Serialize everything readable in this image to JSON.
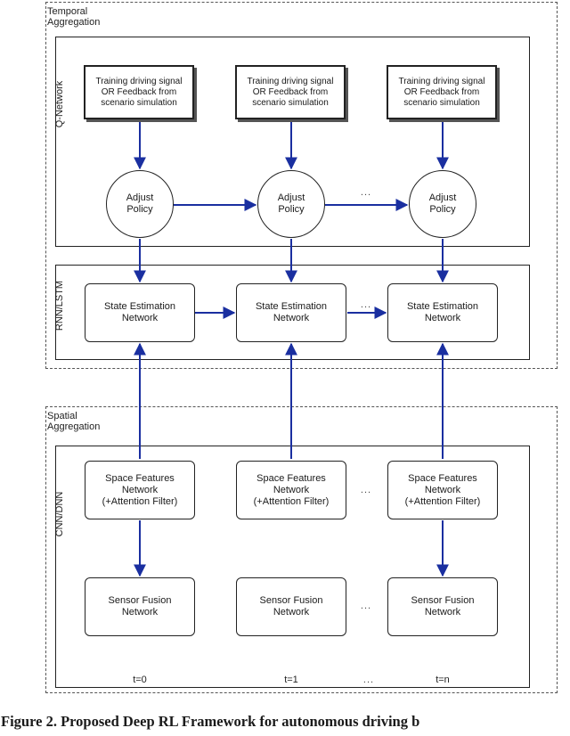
{
  "groups": {
    "temporal": "Temporal\nAggregation",
    "spatial": "Spatial\nAggregation"
  },
  "side_labels": {
    "q_network": "Q-Network",
    "rnn_lstm": "RNN/LSTM",
    "cnn_dnn": "CNN/DNN"
  },
  "signal_box": "Training driving signal\nOR Feedback from\nscenario simulation",
  "policy_node": "Adjust\nPolicy",
  "state_node": "State Estimation\nNetwork",
  "space_node": "Space Features\nNetwork\n(+Attention Filter)",
  "fusion_node": "Sensor Fusion\nNetwork",
  "ellipsis": "...",
  "time_labels": [
    "t=0",
    "t=1",
    "t=n"
  ],
  "caption": "Figure 2.  Proposed Deep RL Framework for autonomous driving b",
  "colors": {
    "arrow": "#1a2fa0",
    "border": "#222222"
  }
}
